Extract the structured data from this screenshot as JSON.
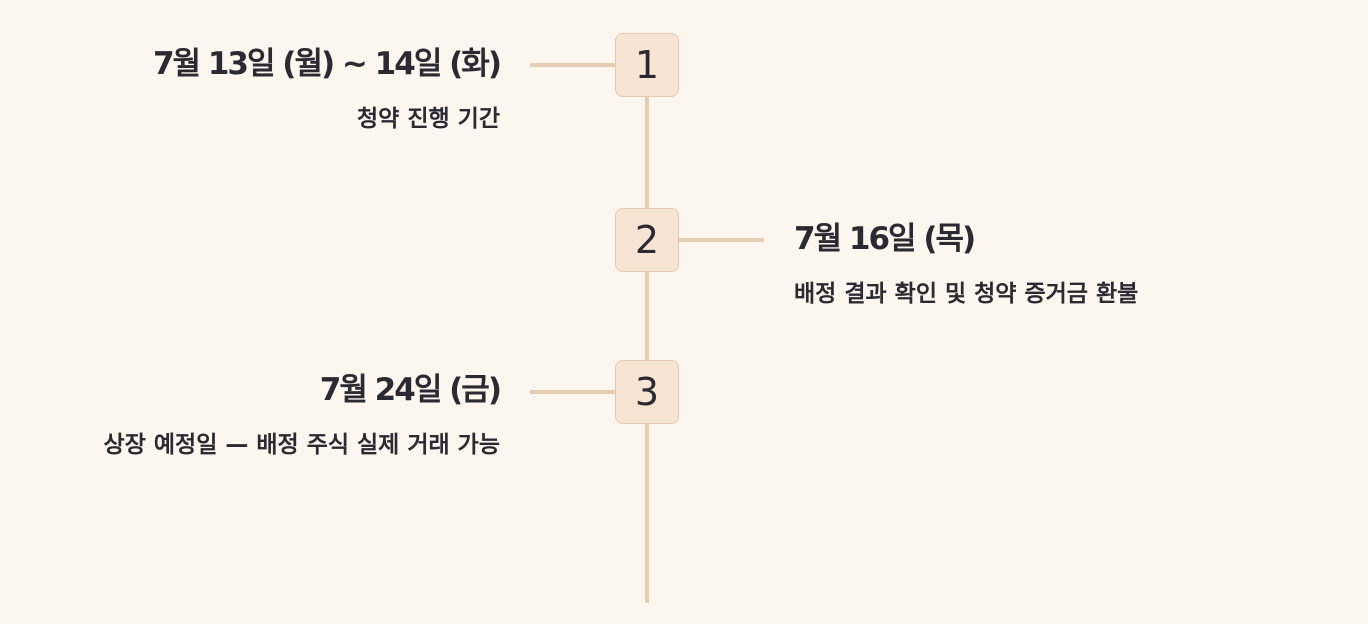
{
  "timeline": {
    "events": [
      {
        "step": "1",
        "date": "7월 13일 (월) ~ 14일 (화)",
        "description": "청약 진행 기간"
      },
      {
        "step": "2",
        "date": "7월 16일 (목)",
        "description": "배정 결과 확인 및 청약 증거금 환불"
      },
      {
        "step": "3",
        "date": "7월 24일 (금)",
        "description": "상장 예정일 — 배정 주식 실제 거래 가능"
      }
    ]
  },
  "colors": {
    "background": "#fdf6ef",
    "line": "#e5cdb5",
    "badge_fill": "#f8e4d3",
    "badge_border": "#e3c9b2",
    "text": "#2b2a33"
  }
}
